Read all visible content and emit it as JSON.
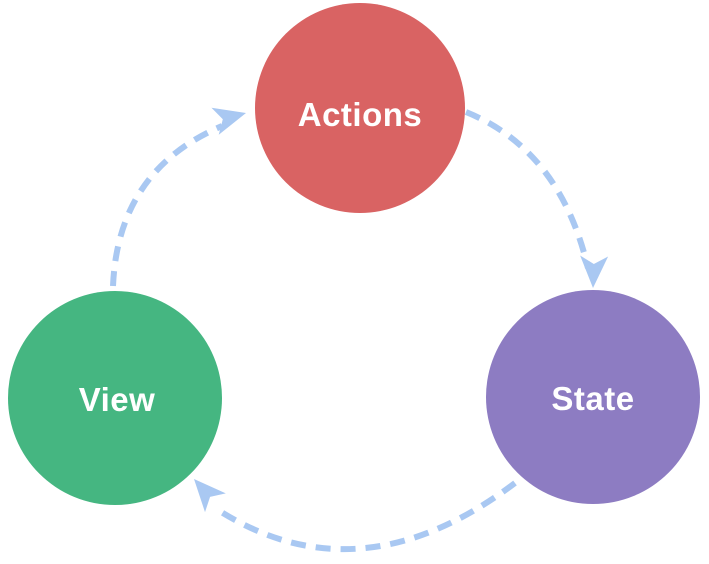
{
  "diagram": {
    "background_color": "#ffffff",
    "arrow_color": "#a9c8f2",
    "label_color": "#ffffff",
    "nodes": [
      {
        "id": "actions",
        "label": "Actions",
        "color": "#d96363",
        "position": "top"
      },
      {
        "id": "state",
        "label": "State",
        "color": "#8d7cc2",
        "position": "right"
      },
      {
        "id": "view",
        "label": "View",
        "color": "#45b681",
        "position": "left"
      }
    ],
    "edges": [
      {
        "from": "view",
        "to": "actions",
        "style": "dashed-arrow"
      },
      {
        "from": "actions",
        "to": "state",
        "style": "dashed-arrow"
      },
      {
        "from": "state",
        "to": "view",
        "style": "dashed-arrow"
      }
    ]
  }
}
